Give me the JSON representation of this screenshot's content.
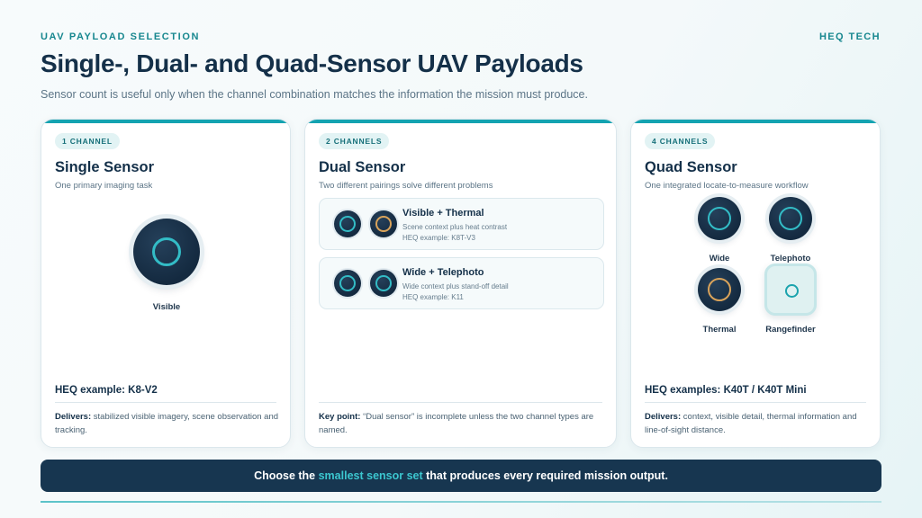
{
  "header": {
    "kicker": "UAV PAYLOAD SELECTION",
    "brand": "HEQ TECH",
    "title": "Single-, Dual- and Quad-Sensor UAV Payloads",
    "subtitle": "Sensor count is useful only when the channel combination matches the information the mission must produce."
  },
  "cards": [
    {
      "badge": "1 CHANNEL",
      "title": "Single Sensor",
      "subtitle": "One primary imaging task",
      "sensors": [
        {
          "label": "Visible",
          "icon": "visible-sensor-icon"
        }
      ],
      "example": "HEQ example: K8-V2",
      "note_label": "Delivers:",
      "note_text": " stabilized visible imagery, scene observation and tracking."
    },
    {
      "badge": "2 CHANNELS",
      "title": "Dual Sensor",
      "subtitle": "Two different pairings solve different problems",
      "pairs": [
        {
          "title": "Visible + Thermal",
          "description": "Scene context plus heat contrast",
          "example": "HEQ example: K8T-V3"
        },
        {
          "title": "Wide + Telephoto",
          "description": "Wide context plus stand-off detail",
          "example": "HEQ example: K11"
        }
      ],
      "note_label": "Key point:",
      "note_text": " “Dual sensor” is incomplete unless the two channel types are named."
    },
    {
      "badge": "4 CHANNELS",
      "title": "Quad Sensor",
      "subtitle": "One integrated locate-to-measure workflow",
      "sensors": [
        {
          "label": "Wide"
        },
        {
          "label": "Telephoto"
        },
        {
          "label": "Thermal"
        },
        {
          "label": "Rangefinder"
        }
      ],
      "example": "HEQ examples: K40T / K40T Mini",
      "note_label": "Delivers:",
      "note_text": " context, visible detail, thermal information and line-of-sight distance."
    }
  ],
  "banner": {
    "before": "Choose the ",
    "highlight": "smallest sensor set",
    "after": " that produces every required mission output."
  },
  "colors": {
    "accent": "#14a3b1",
    "navy": "#173650",
    "thermal_ring": "#d9a35a",
    "visible_ring": "#33bcc6"
  }
}
